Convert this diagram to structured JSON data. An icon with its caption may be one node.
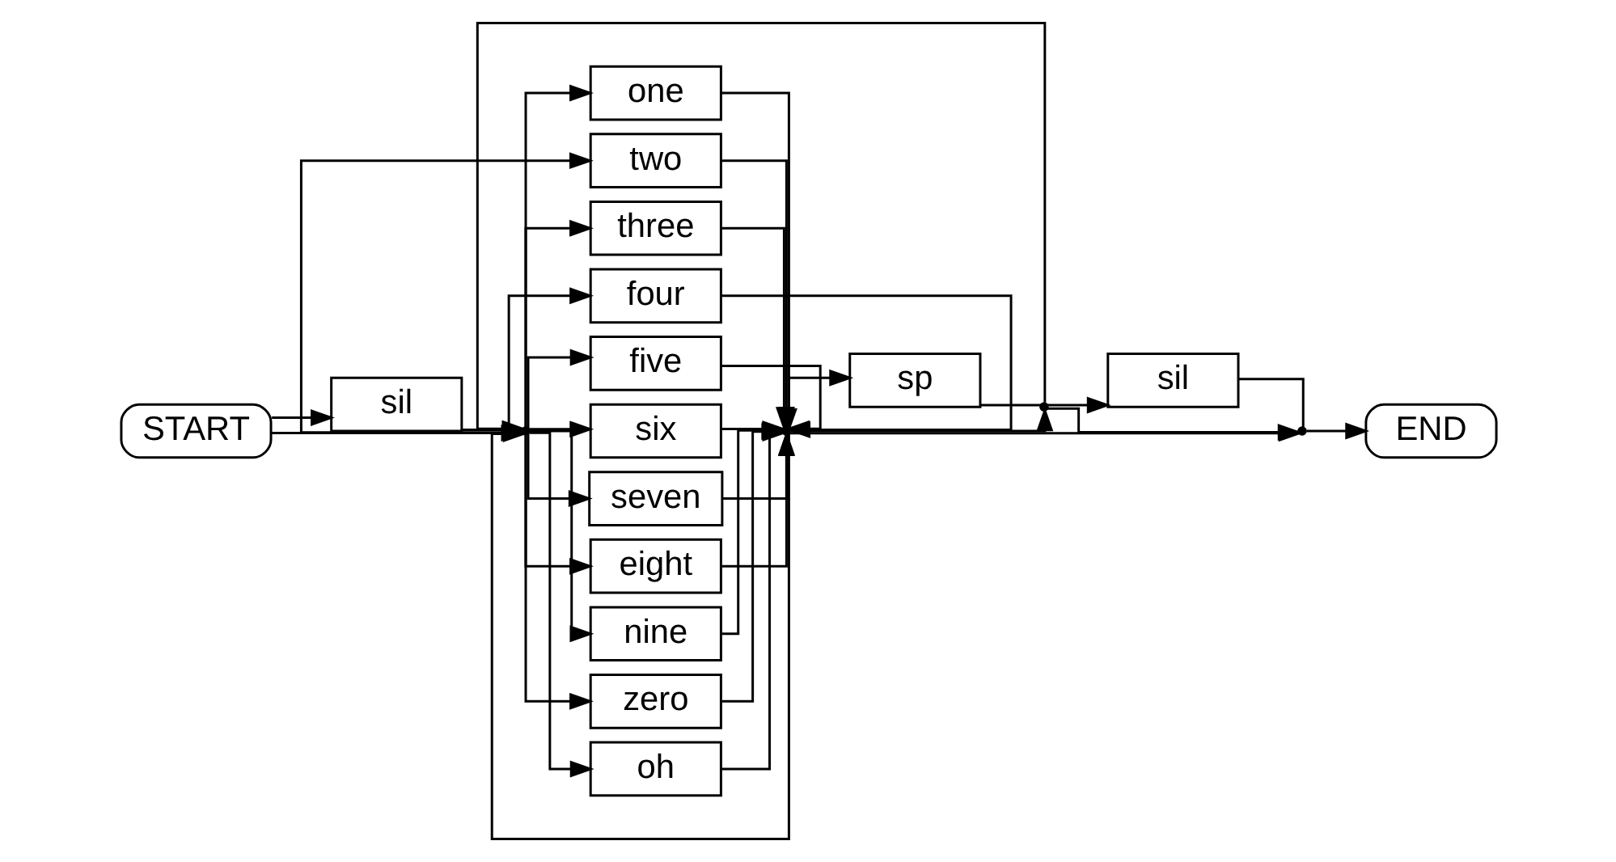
{
  "diagram": {
    "nodes": [
      {
        "text": [
          "START"
        ]
      },
      {
        "text": [
          "sil"
        ]
      },
      {
        "text": [],
        "shape": "point"
      },
      {
        "text": [
          "one"
        ]
      },
      {
        "text": [
          "two"
        ]
      },
      {
        "text": [
          "three"
        ]
      },
      {
        "text": [
          "four"
        ]
      },
      {
        "text": [
          "five"
        ]
      },
      {
        "text": [
          "six"
        ]
      },
      {
        "text": [
          "seven"
        ]
      },
      {
        "text": [
          "eight"
        ]
      },
      {
        "text": [
          "nine"
        ]
      },
      {
        "text": [
          "zero"
        ]
      },
      {
        "text": [
          "oh"
        ]
      },
      {
        "text": [],
        "shape": "point"
      },
      {
        "text": [
          "sp"
        ]
      },
      {
        "text": [],
        "shape": "point"
      },
      {
        "text": [
          "sil"
        ]
      },
      {
        "text": [],
        "shape": "point"
      },
      {
        "text": [
          "END"
        ]
      }
    ],
    "edges": [
      {
        "from": 0,
        "to": 1,
        "arrow": "to"
      },
      {
        "from": 0,
        "to": 2,
        "arrow": "to"
      },
      {
        "from": 1,
        "to": 2,
        "arrow": "none"
      },
      {
        "from": 2,
        "to": 3,
        "arrow": "to"
      },
      {
        "from": 2,
        "to": 4,
        "arrow": "to"
      },
      {
        "from": 2,
        "to": 5,
        "arrow": "to"
      },
      {
        "from": 2,
        "to": 6,
        "arrow": "to"
      },
      {
        "from": 2,
        "to": 7,
        "arrow": "to"
      },
      {
        "from": 2,
        "to": 8,
        "arrow": "to"
      },
      {
        "from": 2,
        "to": 9,
        "arrow": "to"
      },
      {
        "from": 2,
        "to": 10,
        "arrow": "to"
      },
      {
        "from": 2,
        "to": 11,
        "arrow": "to"
      },
      {
        "from": 2,
        "to": 12,
        "arrow": "to"
      },
      {
        "from": 2,
        "to": 13,
        "arrow": "to"
      },
      {
        "from": 3,
        "to": 14,
        "arrow": "to"
      },
      {
        "from": 4,
        "to": 14,
        "arrow": "to"
      },
      {
        "from": 5,
        "to": 14,
        "arrow": "to"
      },
      {
        "from": 6,
        "to": 14,
        "arrow": "to"
      },
      {
        "from": 7,
        "to": 14,
        "arrow": "to"
      },
      {
        "from": 8,
        "to": 14,
        "arrow": "to"
      },
      {
        "from": 9,
        "to": 14,
        "arrow": "to"
      },
      {
        "from": 10,
        "to": 14,
        "arrow": "to"
      },
      {
        "from": 11,
        "to": 14,
        "arrow": "to"
      },
      {
        "from": 12,
        "to": 14,
        "arrow": "to"
      },
      {
        "from": 13,
        "to": 14,
        "arrow": "to"
      },
      {
        "from": 14,
        "to": 2,
        "arrow": "to"
      },
      {
        "from": 14,
        "to": 15,
        "arrow": "to"
      },
      {
        "from": 14,
        "to": 16,
        "arrow": "to"
      },
      {
        "from": 15,
        "to": 16,
        "arrow": "none"
      },
      {
        "from": 16,
        "to": 2,
        "arrow": "to"
      },
      {
        "from": 16,
        "to": 17,
        "arrow": "to"
      },
      {
        "from": 16,
        "to": 18,
        "arrow": "to"
      },
      {
        "from": 17,
        "to": 18,
        "arrow": "none"
      },
      {
        "from": 14,
        "to": 18,
        "arrow": "to"
      },
      {
        "from": 18,
        "to": 19,
        "arrow": "to"
      }
    ]
  }
}
